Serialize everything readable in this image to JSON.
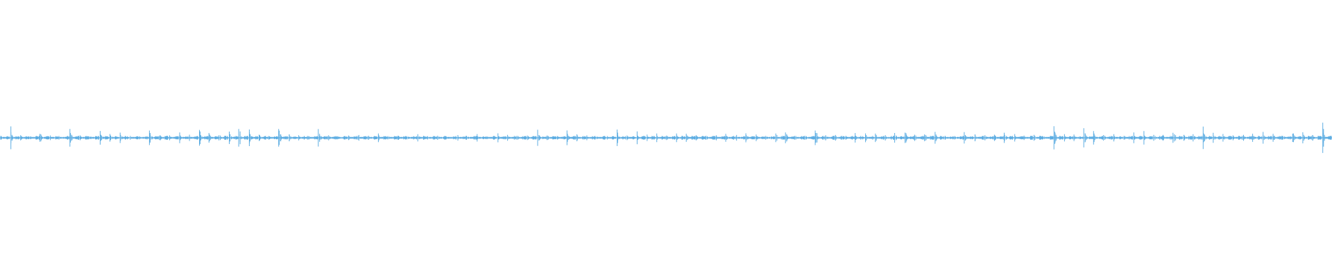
{
  "waveform": {
    "color": "#5DADE2",
    "background": "#FFFFFF",
    "amplitude_envelope": [
      0.08,
      0.35,
      0.12,
      0.06,
      0.18,
      0.07,
      0.05,
      0.28,
      0.1,
      0.06,
      0.32,
      0.14,
      0.2,
      0.08,
      0.07,
      0.3,
      0.12,
      0.08,
      0.16,
      0.1,
      0.38,
      0.15,
      0.12,
      0.2,
      0.3,
      0.36,
      0.14,
      0.1,
      0.4,
      0.18,
      0.12,
      0.08,
      0.3,
      0.1,
      0.06,
      0.12,
      0.1,
      0.08,
      0.14,
      0.07,
      0.1,
      0.06,
      0.12,
      0.05,
      0.06,
      0.05,
      0.08,
      0.05,
      0.12,
      0.06,
      0.14,
      0.12,
      0.1,
      0.08,
      0.32,
      0.1,
      0.08,
      0.22,
      0.12,
      0.08,
      0.06,
      0.05,
      0.24,
      0.12,
      0.2,
      0.1,
      0.14,
      0.08,
      0.16,
      0.12,
      0.1,
      0.08,
      0.12,
      0.14,
      0.1,
      0.16,
      0.12,
      0.1,
      0.14,
      0.18,
      0.1,
      0.06,
      0.34,
      0.12,
      0.1,
      0.08,
      0.18,
      0.22,
      0.14,
      0.1,
      0.16,
      0.24,
      0.12,
      0.14,
      0.2,
      0.1,
      0.08,
      0.18,
      0.12,
      0.1,
      0.14,
      0.16,
      0.12,
      0.08,
      0.1,
      0.06,
      0.34,
      0.14,
      0.1,
      0.4,
      0.22,
      0.1,
      0.12,
      0.1,
      0.16,
      0.2,
      0.14,
      0.1,
      0.28,
      0.14,
      0.12,
      0.34,
      0.16,
      0.12,
      0.1,
      0.14,
      0.12,
      0.18,
      0.14,
      0.1,
      0.2,
      0.16,
      0.14,
      0.44
    ]
  }
}
